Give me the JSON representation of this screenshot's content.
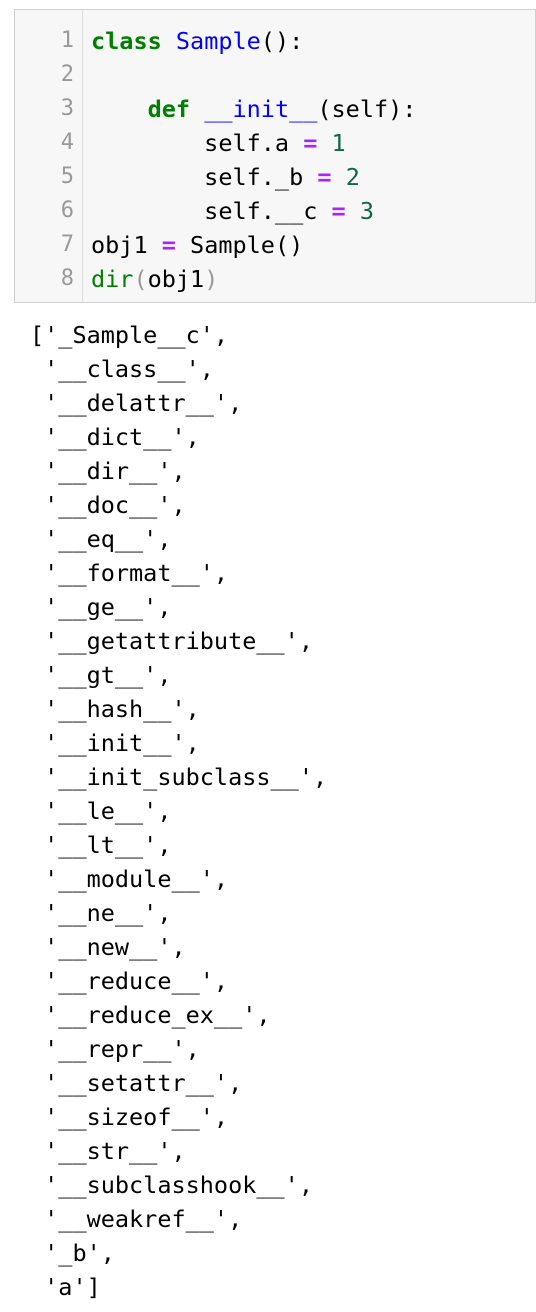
{
  "input_cell": {
    "line_numbers": [
      "1",
      "2",
      "3",
      "4",
      "5",
      "6",
      "7",
      "8"
    ],
    "lines": [
      {
        "tokens": [
          {
            "t": "class",
            "c": "kw"
          },
          {
            "t": " ",
            "c": ""
          },
          {
            "t": "Sample",
            "c": "def"
          },
          {
            "t": "():",
            "c": ""
          }
        ]
      },
      {
        "tokens": []
      },
      {
        "tokens": [
          {
            "t": "    ",
            "c": ""
          },
          {
            "t": "def",
            "c": "kw"
          },
          {
            "t": " ",
            "c": ""
          },
          {
            "t": "__init__",
            "c": "def"
          },
          {
            "t": "(self):",
            "c": ""
          }
        ]
      },
      {
        "tokens": [
          {
            "t": "        self.a ",
            "c": ""
          },
          {
            "t": "=",
            "c": "op"
          },
          {
            "t": " ",
            "c": ""
          },
          {
            "t": "1",
            "c": "num"
          }
        ]
      },
      {
        "tokens": [
          {
            "t": "        self._b ",
            "c": ""
          },
          {
            "t": "=",
            "c": "op"
          },
          {
            "t": " ",
            "c": ""
          },
          {
            "t": "2",
            "c": "num"
          }
        ]
      },
      {
        "tokens": [
          {
            "t": "        self.__c ",
            "c": ""
          },
          {
            "t": "=",
            "c": "op"
          },
          {
            "t": " ",
            "c": ""
          },
          {
            "t": "3",
            "c": "num"
          }
        ]
      },
      {
        "tokens": [
          {
            "t": "obj1 ",
            "c": ""
          },
          {
            "t": "=",
            "c": "op"
          },
          {
            "t": " Sample()",
            "c": ""
          }
        ]
      },
      {
        "tokens": [
          {
            "t": "dir",
            "c": "bi"
          },
          {
            "t": "(",
            "c": "par-hl"
          },
          {
            "t": "obj1",
            "c": ""
          },
          {
            "t": ")",
            "c": "par-hl"
          }
        ]
      }
    ]
  },
  "output_cell": {
    "lines": [
      "['_Sample__c',",
      " '__class__',",
      " '__delattr__',",
      " '__dict__',",
      " '__dir__',",
      " '__doc__',",
      " '__eq__',",
      " '__format__',",
      " '__ge__',",
      " '__getattribute__',",
      " '__gt__',",
      " '__hash__',",
      " '__init__',",
      " '__init_subclass__',",
      " '__le__',",
      " '__lt__',",
      " '__module__',",
      " '__ne__',",
      " '__new__',",
      " '__reduce__',",
      " '__reduce_ex__',",
      " '__repr__',",
      " '__setattr__',",
      " '__sizeof__',",
      " '__str__',",
      " '__subclasshook__',",
      " '__weakref__',",
      " '_b',",
      " 'a']"
    ]
  }
}
